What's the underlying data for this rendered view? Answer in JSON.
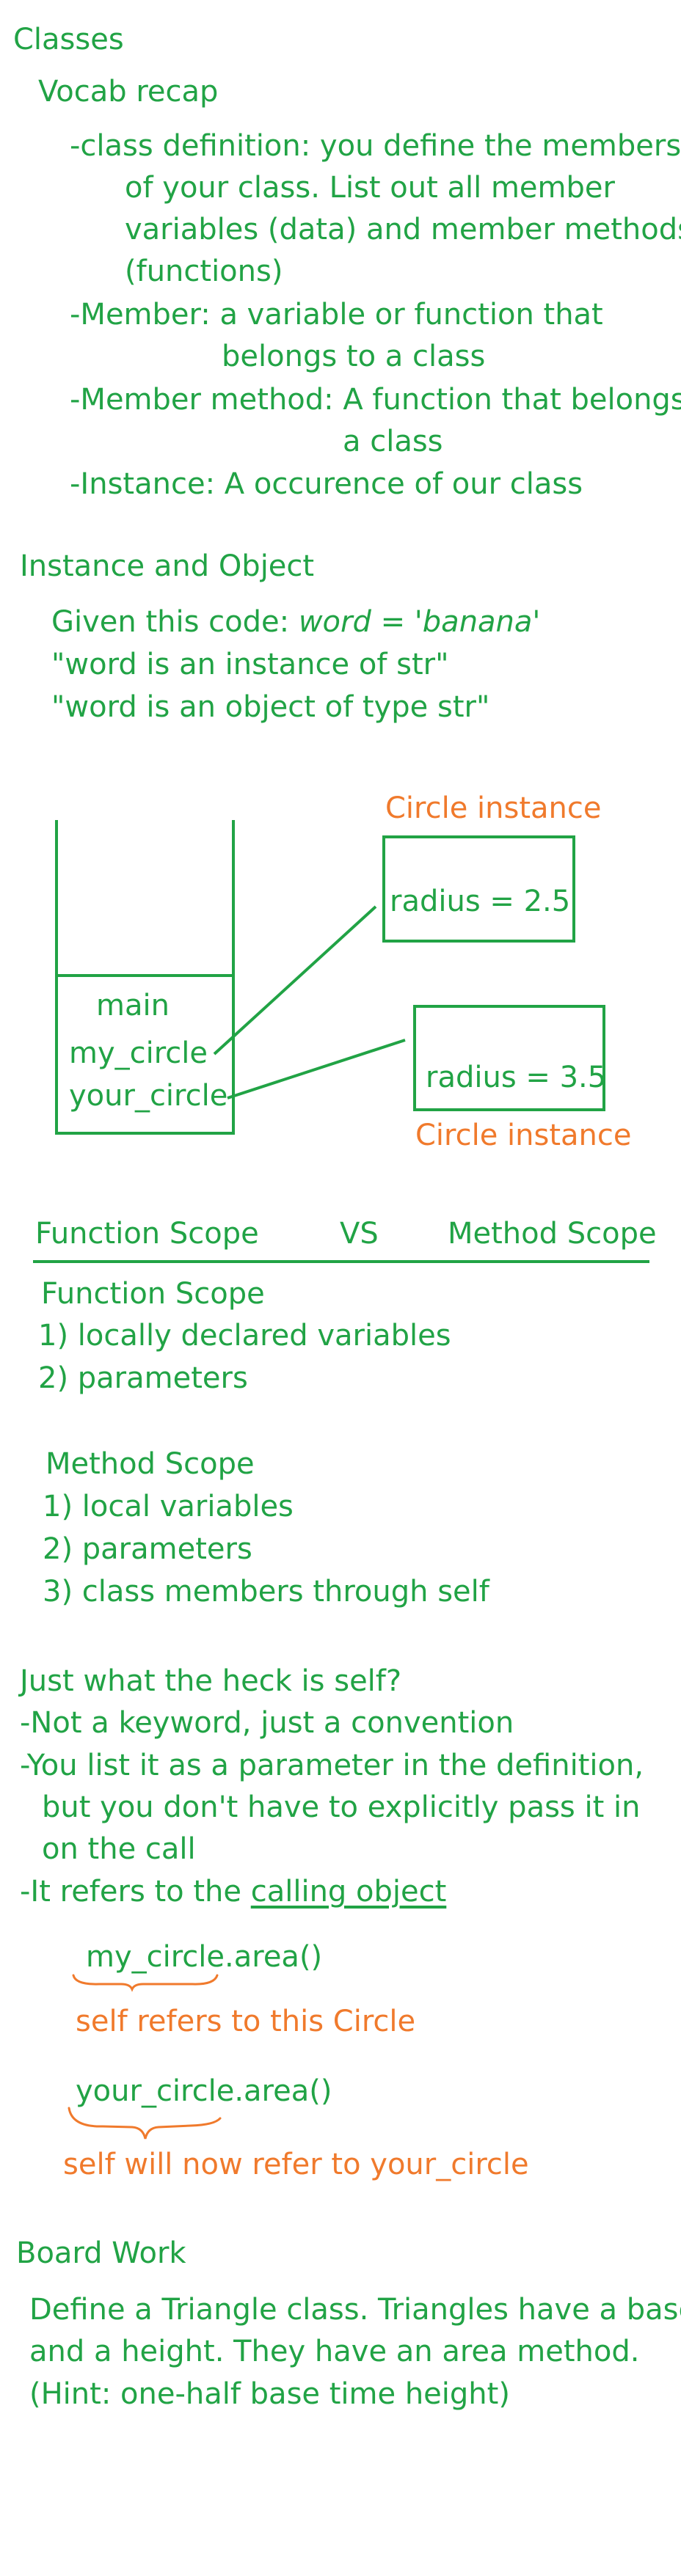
{
  "colors": {
    "green": "#21a345",
    "orange": "#f07a2c",
    "background": "#ffffff"
  },
  "classes": {
    "title": "Classes",
    "vocab_title": "Vocab recap",
    "vocab": [
      [
        "-class definition: you define the members",
        "of your class. List out all member",
        "variables (data) and member methods",
        "(functions)"
      ],
      [
        "-Member: a variable or function that",
        "belongs to a class"
      ],
      [
        "-Member method: A function that belongs",
        "a class"
      ],
      [
        "-Instance: A occurence of our class"
      ]
    ]
  },
  "instance": {
    "title": "Instance and Object",
    "given_prefix": "Given this code: ",
    "given_code": "word = 'banana'",
    "line2": "\"word is an instance of str\"",
    "line3": "\"word is an object of type str\""
  },
  "diagram": {
    "frame_label": "main",
    "var1": "my_circle",
    "var2": "your_circle",
    "obj1_label": "Circle instance",
    "obj1_value": "radius = 2.5",
    "obj2_label": "Circle instance",
    "obj2_value": "radius = 3.5"
  },
  "scope": {
    "left_header": "Function Scope",
    "vs": "VS",
    "right_header": "Method Scope",
    "function_title": "Function Scope",
    "function_items": [
      "1) locally declared variables",
      "2) parameters"
    ],
    "method_title": "Method Scope",
    "method_items": [
      "1) local variables",
      "2) parameters",
      "3) class members through self"
    ]
  },
  "self_section": {
    "title": "Just what the heck is self?",
    "bullet1": "-Not a keyword, just a convention",
    "bullet2": [
      "-You list it as a parameter in the definition,",
      "but you don't have to explicitly pass it in",
      "on the call"
    ],
    "bullet3_prefix": "-It refers to the ",
    "bullet3_link": "calling object",
    "example1_obj": "my_circle",
    "example1_call": ".area()",
    "example1_note": "self refers to this Circle",
    "example2_obj": "your_circle",
    "example2_call": ".area()",
    "example2_note": "self will now refer to your_circle"
  },
  "board_work": {
    "title": "Board Work",
    "lines": [
      "Define a Triangle class. Triangles have a base",
      "and a height. They have an area method.",
      "(Hint: one-half base time height)"
    ]
  }
}
